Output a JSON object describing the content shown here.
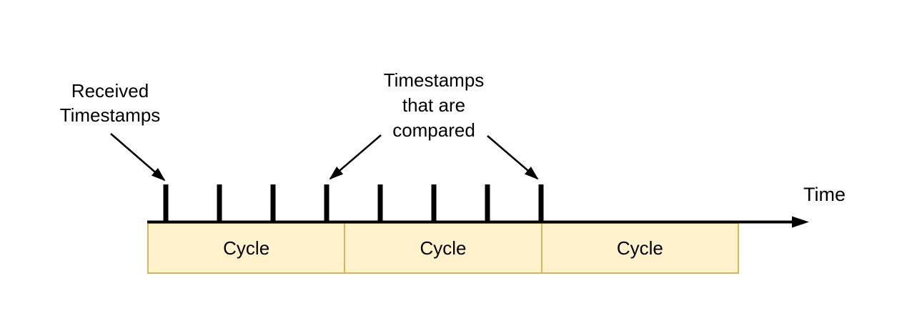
{
  "labels": {
    "received": {
      "text": "Received\nTimestamps"
    },
    "compared": {
      "text": "Timestamps\nthat are\ncompared"
    },
    "time": {
      "text": "Time"
    }
  },
  "cycles": [
    {
      "label": "Cycle"
    },
    {
      "label": "Cycle"
    },
    {
      "label": "Cycle"
    }
  ],
  "timestamps": {
    "tick_x": [
      232,
      307,
      382,
      457,
      532,
      607,
      682,
      757
    ],
    "received_tick_index": 0,
    "compared_tick_indices": [
      3,
      7
    ]
  },
  "colors": {
    "background": "#ffffff",
    "ink": "#000000",
    "cycle_fill": "#FFF2CC",
    "cycle_stroke": "#D6B656"
  }
}
